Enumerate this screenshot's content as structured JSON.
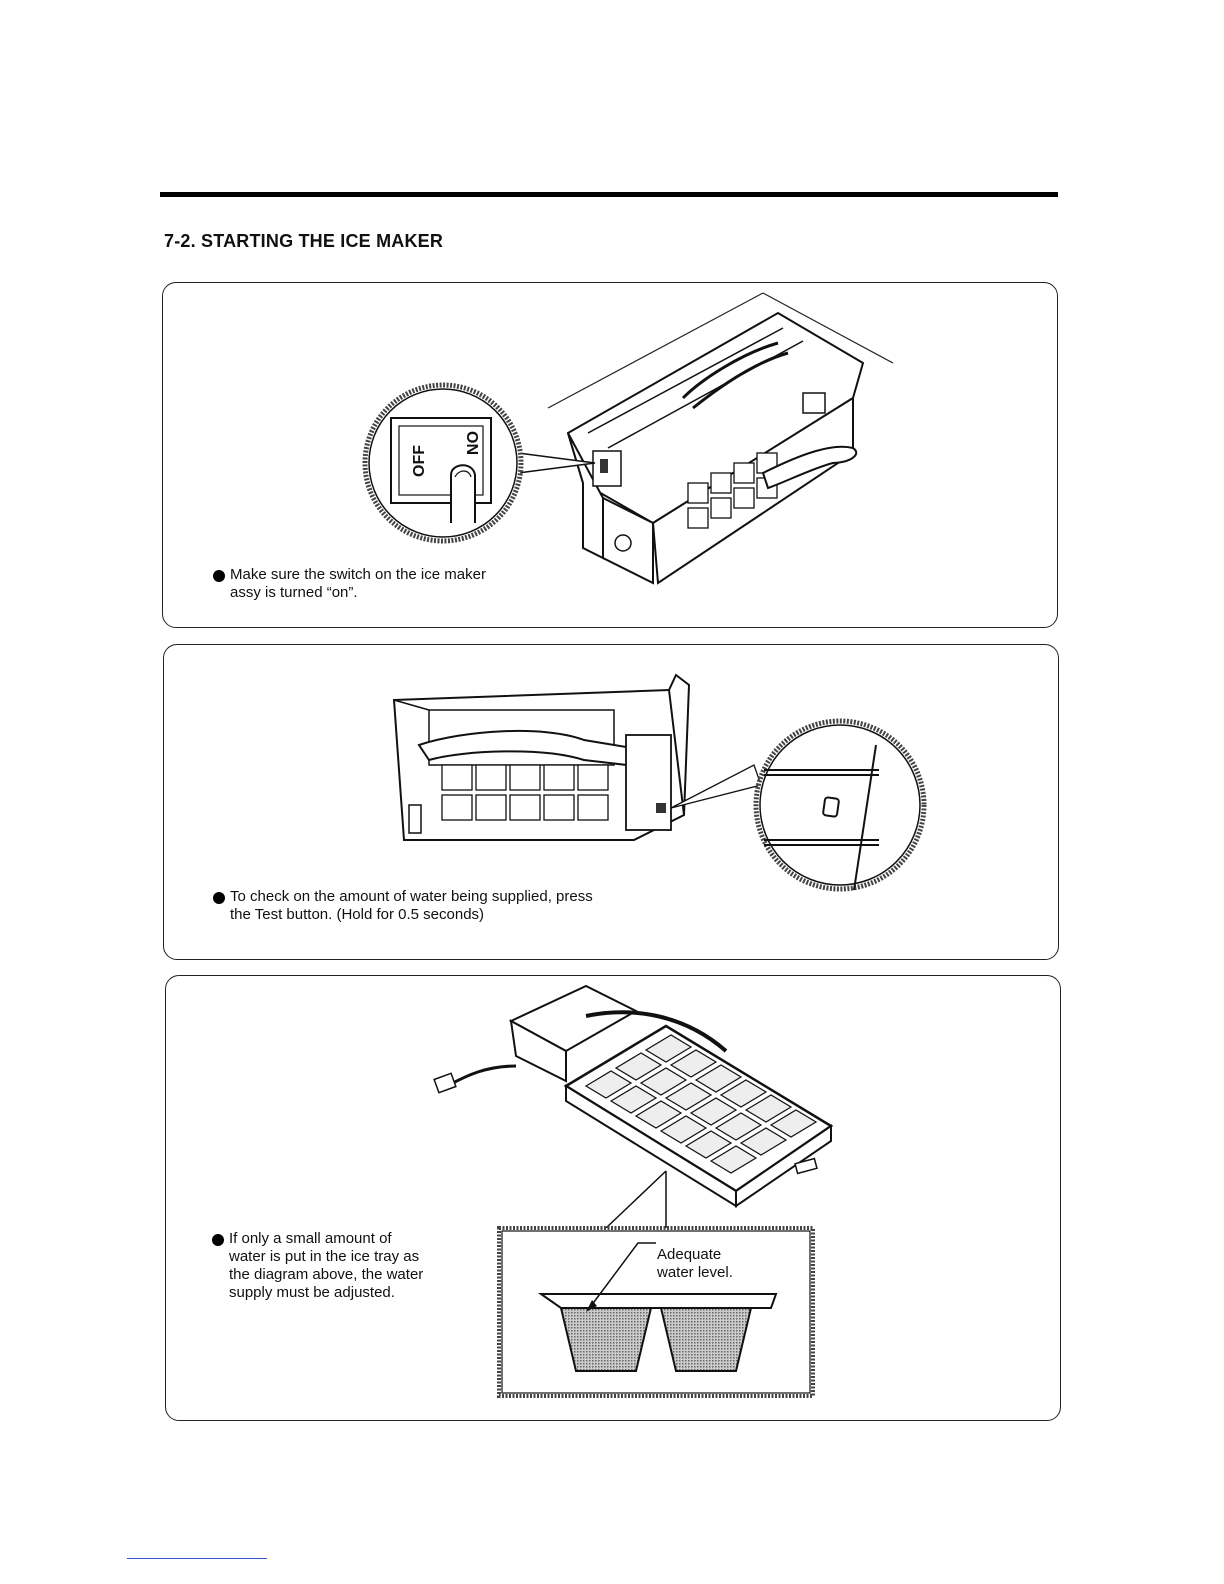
{
  "section_title": "7-2. STARTING THE ICE MAKER",
  "panels": [
    {
      "switch_labels": {
        "off": "OFF",
        "on": "ON"
      },
      "note_lines": [
        "Make sure the switch on the ice maker",
        "assy is turned “on”."
      ]
    },
    {
      "note_lines": [
        "To check on the amount of water being supplied, press",
        "the Test button. (Hold for 0.5 seconds)"
      ]
    },
    {
      "note_lines": [
        "If only a small amount of",
        "water is put in the ice tray as",
        "the diagram above, the water",
        "supply must be adjusted."
      ],
      "callout_lines": [
        "Adequate",
        "water level."
      ]
    }
  ]
}
